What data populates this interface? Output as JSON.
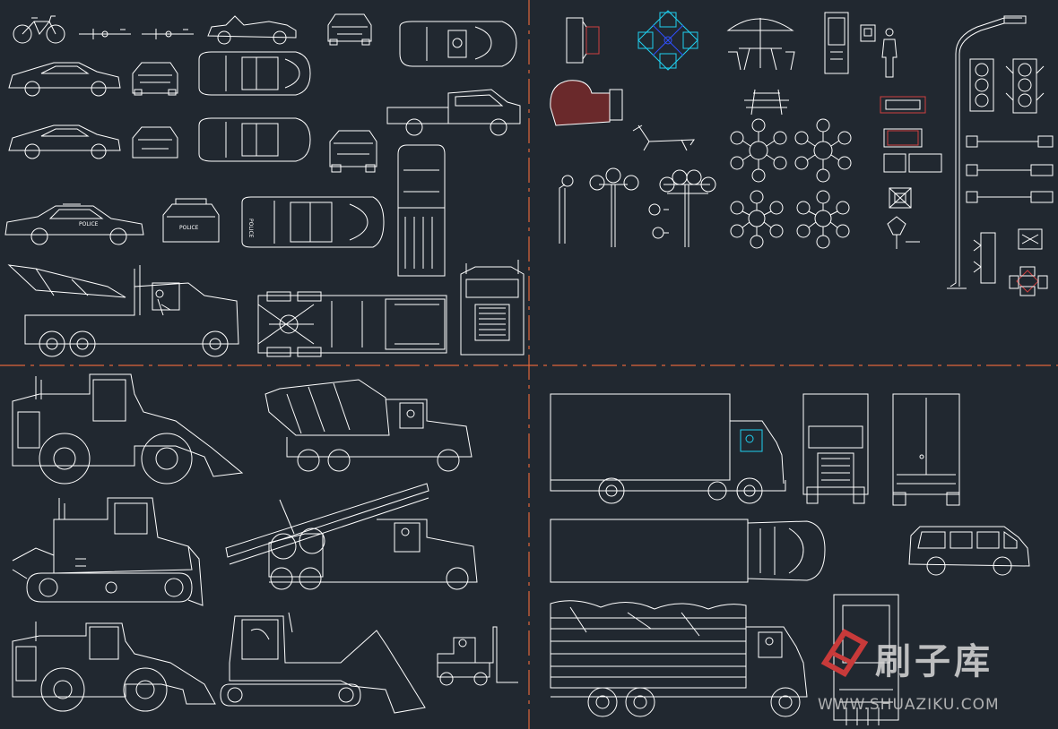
{
  "colors": {
    "background": "#212830",
    "line": "#ffffff",
    "divider": "#e0663a",
    "accent_cyan": "#20d0f0",
    "accent_blue": "#3050ff",
    "accent_red": "#d04040",
    "accent_dark_red": "#8a2a2a",
    "watermark": "#c83a3a",
    "watermark_text": "#c8c8c8"
  },
  "quadrants": [
    {
      "name": "cars-and-trucks",
      "symbols": [
        "bicycle",
        "bicycle-top",
        "bicycle-top",
        "convertible-side",
        "convertible-front",
        "convertible-top",
        "sports-car-side",
        "sports-car-rear",
        "sports-car-top",
        "pickup-side",
        "sports-car-side",
        "sports-car-front",
        "sports-car-top",
        "pickup-front",
        "pickup-top",
        "police-car-side",
        "police-car-front",
        "police-car-top",
        "tow-truck-side",
        "flatbed-trailer-top",
        "semi-truck-front"
      ]
    },
    {
      "name": "street-furniture",
      "symbols": [
        "bench",
        "playground-equipment",
        "patio-umbrella-set",
        "vending-machine",
        "phone",
        "person-standing",
        "street-light",
        "traffic-light",
        "grand-piano",
        "picnic-table",
        "lounge-chair",
        "lamp-post",
        "table-cluster",
        "parking-meter"
      ]
    },
    {
      "name": "construction-vehicles",
      "symbols": [
        "wheel-loader",
        "cement-mixer",
        "bulldozer",
        "log-truck",
        "wheel-loader",
        "crawler-loader",
        "forklift"
      ]
    },
    {
      "name": "delivery-trucks",
      "symbols": [
        "box-truck-side",
        "box-truck-front",
        "box-truck-rear",
        "box-truck-top",
        "van-side",
        "covered-truck-side",
        "truck-rear"
      ]
    }
  ],
  "watermark": {
    "icon": "brush-logo-icon",
    "text_cn": "刷子库",
    "text_en": "WWW.SHUAZIKU.COM"
  }
}
